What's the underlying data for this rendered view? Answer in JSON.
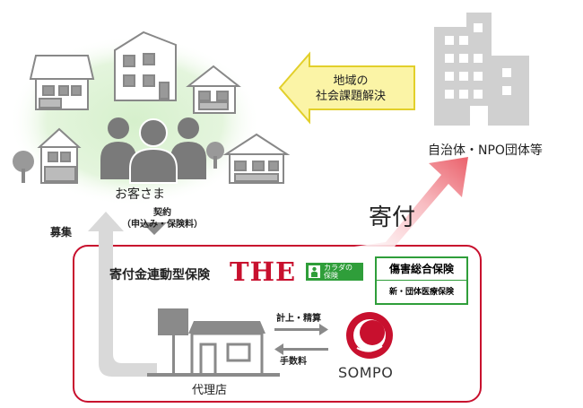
{
  "customers": {
    "label": "お客さま",
    "contract_line1": "契約",
    "contract_line2": "（申込み・保険料）"
  },
  "recruit_label": "募集",
  "callout": {
    "line1": "地域の",
    "line2": "社会課題解決"
  },
  "municipal_label": "自治体・NPO団体等",
  "donation_label": "寄付",
  "product": {
    "name": "寄付金連動型保険",
    "logo": "THE",
    "badge_line1": "カラダの",
    "badge_line2": "保険",
    "category": "傷害総合保険",
    "subcategory": "新・団体医療保険"
  },
  "flows": {
    "upper": "計上・精算",
    "lower": "手数料"
  },
  "agency_label": "代理店",
  "company_label": "SOMPO",
  "colors": {
    "frame": "#c8102e",
    "green": "#2f9e3a",
    "glow": "#e4f5dd",
    "callout_fill": "#fbf4a6",
    "callout_stroke": "#e2cf2a",
    "icon_gray": "#7a7a7a",
    "building_gray": "#c8c8c8"
  }
}
